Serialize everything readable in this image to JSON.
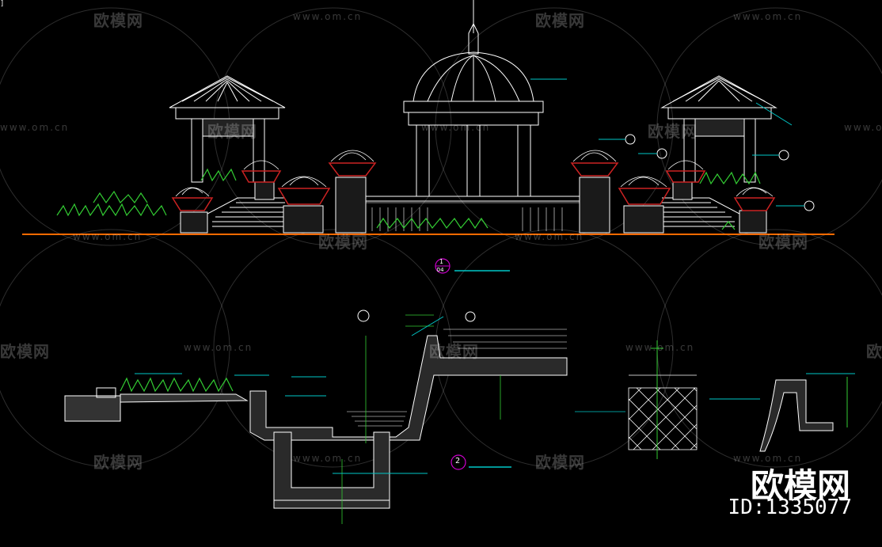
{
  "corner_tag": "]",
  "watermark": {
    "brand_cn": "欧模网",
    "url": "www.om.cn"
  },
  "section_markers": [
    {
      "number": "1",
      "sheet": "D4"
    },
    {
      "number": "2",
      "sheet": ""
    }
  ],
  "brand_overlay": {
    "name_cn": "欧模网",
    "id_text": "ID:1335077"
  },
  "colors": {
    "background": "#000000",
    "ground_line": "#ff6a00",
    "lines": "#ffffff",
    "plants": "#33cc33",
    "planters": "#cc2222",
    "leader": "#00c8c8",
    "marker": "#cc00cc"
  }
}
